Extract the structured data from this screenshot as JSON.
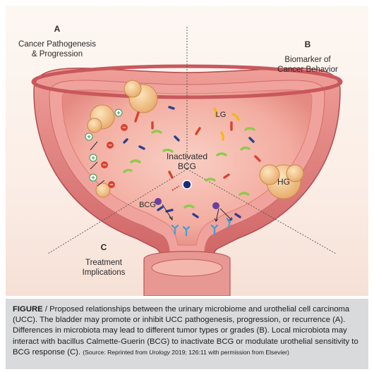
{
  "labels": {
    "a_letter": "A",
    "a_text_1": "Cancer Pathogenesis",
    "a_text_2": "& Progression",
    "b_letter": "B",
    "b_text_1": "Biomarker of",
    "b_text_2": "Cancer Behavior",
    "c_letter": "C",
    "c_text_1": "Treatment",
    "c_text_2": "Implications",
    "inactivated_1": "Inactivated",
    "inactivated_2": "BCG",
    "bcg": "BCG",
    "lg": "LG",
    "hg": "HG"
  },
  "caption": {
    "lead": "FIGURE",
    "body": " / Proposed relationships between the urinary microbiome and urothelial cell carcinoma (UCC). The bladder may promote or inhibit UCC pathogenesis, progression, or recurrence (A). Differences in microbiota may lead to different tumor types or grades (B). Local microbiota may interact with bacillus Calmette-Guerin (BCG) to inactivate BCG or modulate urothelial sensitivity to BCG response (C). ",
    "source_prefix": "(Source: Reprinted from ",
    "source_journal": "Urology",
    "source_suffix": " 2019; 126:11 with permission from Elsevier)"
  },
  "colors": {
    "bladder_wall": "#e78a86",
    "bladder_inner": "#f5b4aa",
    "tumor": "#f3c48a",
    "bacteria_green": "#8fca4b",
    "bacteria_red": "#d9412f",
    "bacteria_blue": "#2c3f8f",
    "bacteria_yellow": "#f2b81c",
    "caption_bg": "#d9dadb"
  }
}
